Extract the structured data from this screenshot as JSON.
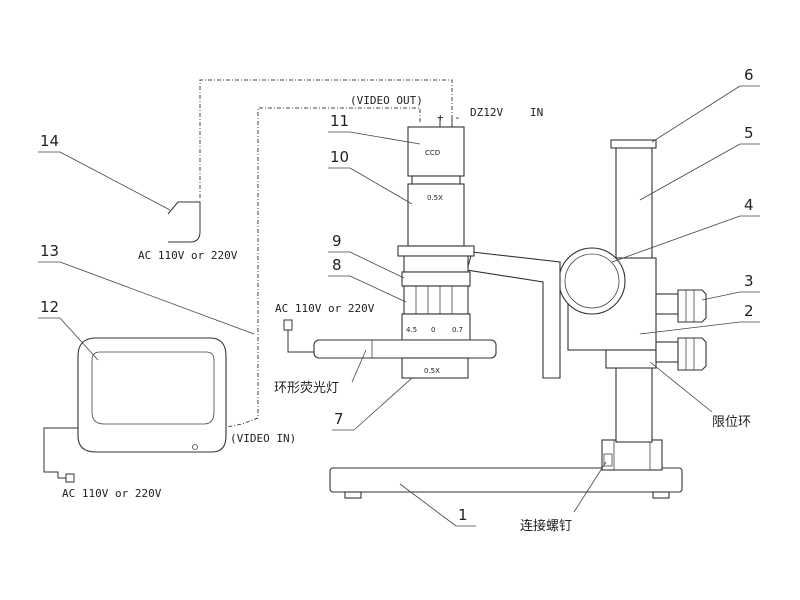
{
  "labels": {
    "video_out": "(VIDEO OUT)",
    "video_in": "(VIDEO IN)",
    "dz12v": "DZ12V",
    "in": "IN",
    "plus": "+",
    "minus": "-",
    "ac_top": "AC 110V  or 220V",
    "ac_mid": "AC 110V  or 220V",
    "ac_bottom": "AC 110V  or 220V",
    "ccd": "CCD",
    "lens_05x_top": "0.5X",
    "lens_05x_bottom": "0.5X",
    "scale_45": "4.5",
    "scale_0": "0",
    "scale_07": "0.7",
    "ring_light": "环形荧光灯",
    "limit_ring": "限位环",
    "connect_screw": "连接螺钉"
  },
  "callouts": [
    "1",
    "2",
    "3",
    "4",
    "5",
    "6",
    "7",
    "8",
    "9",
    "10",
    "11",
    "12",
    "13",
    "14"
  ]
}
